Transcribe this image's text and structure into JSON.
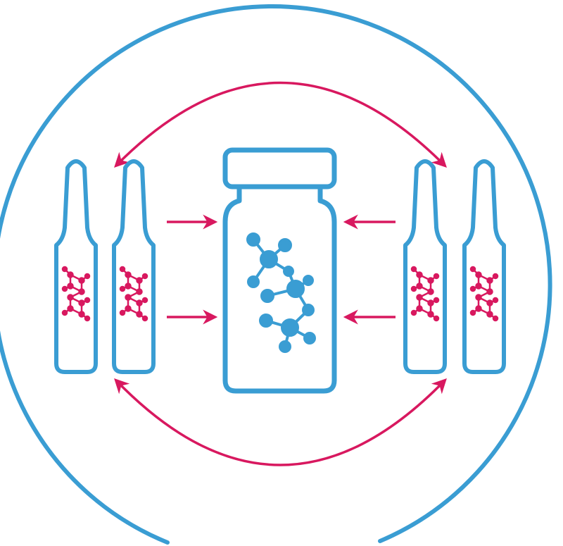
{
  "colors": {
    "primary_blue": "#3a9dd3",
    "accent_magenta": "#d8185f",
    "background": "#ffffff"
  },
  "elements": {
    "outer_ring": "circle-arc",
    "center": "vial-icon",
    "left_ampoules": [
      "ampoule-icon",
      "ampoule-icon"
    ],
    "right_ampoules": [
      "ampoule-icon",
      "ampoule-icon"
    ],
    "arrows": [
      "curved-double-arrow-top",
      "curved-double-arrow-bottom",
      "arrow-right",
      "arrow-right",
      "arrow-left",
      "arrow-left"
    ]
  }
}
